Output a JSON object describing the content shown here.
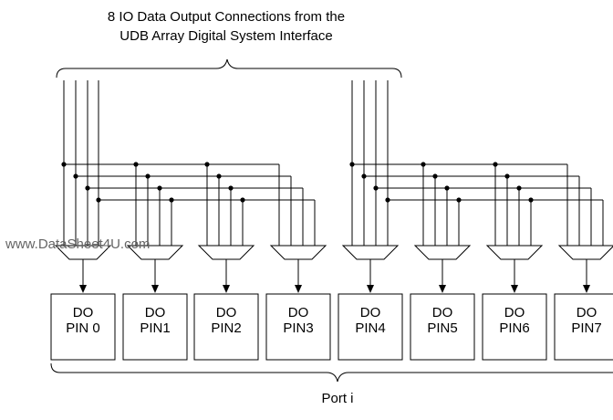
{
  "title_lines": [
    "8 IO Data Output Connections from the",
    "UDB Array Digital System Interface"
  ],
  "watermark": "www.DataSheet4U.com",
  "port_label": "Port i",
  "pins": [
    {
      "line1": "DO",
      "line2": "PIN 0"
    },
    {
      "line1": "DO",
      "line2": "PIN1"
    },
    {
      "line1": "DO",
      "line2": "PIN2"
    },
    {
      "line1": "DO",
      "line2": "PIN3"
    },
    {
      "line1": "DO",
      "line2": "PIN4"
    },
    {
      "line1": "DO",
      "line2": "PIN5"
    },
    {
      "line1": "DO",
      "line2": "PIN6"
    },
    {
      "line1": "DO",
      "line2": "PIN7"
    }
  ]
}
